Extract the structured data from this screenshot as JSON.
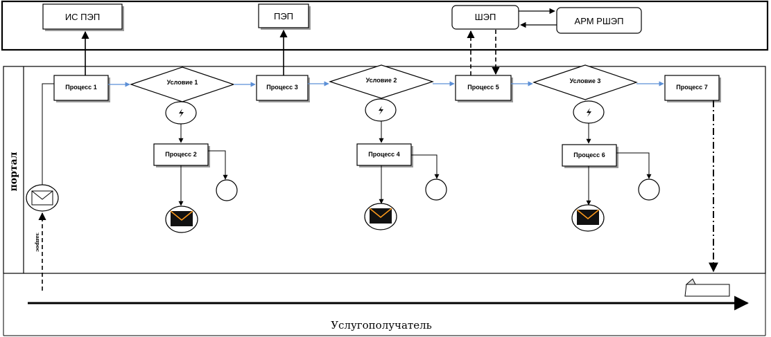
{
  "external_systems": {
    "is_pep": "ИС ПЭП",
    "pep": "ПЭП",
    "shep": "ШЭП",
    "arm_rshep": "АРМ РШЭП"
  },
  "lanes": {
    "portal": "портал",
    "recipient": "Услугополучатель"
  },
  "request_label": "запрос",
  "processes": [
    "Процесс 1",
    "Процесс 2",
    "Процесс 3",
    "Процесс 4",
    "Процесс 5",
    "Процесс 6",
    "Процесс 7"
  ],
  "conditions": [
    "Условие 1",
    "Условие 2",
    "Условие 3"
  ],
  "colors": {
    "flow_arrow": "#5b8fd6",
    "line": "#000000",
    "box_shadow": "#9a9a9a"
  }
}
